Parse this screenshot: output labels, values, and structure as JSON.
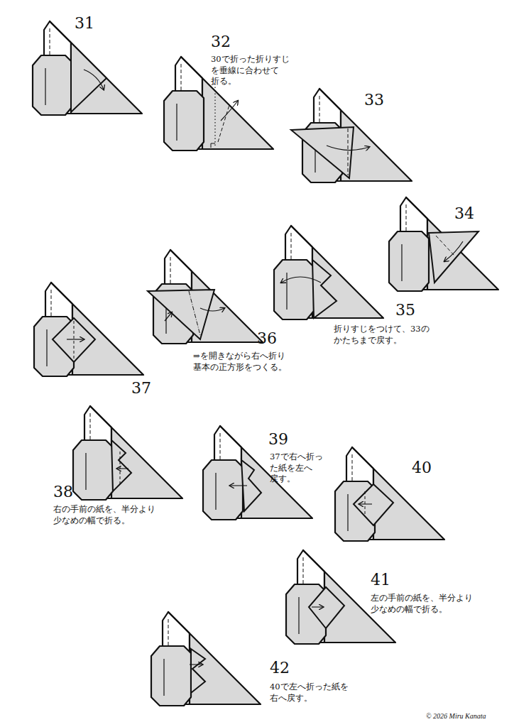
{
  "diagram": {
    "labels": [
      "31",
      "32",
      "30で折った折りすじ を垂線に合わせて 折る。",
      "33",
      "34",
      "35",
      "折りすじをつけて、33の かたちまで戻す。",
      "36",
      "⇒を開きながら右へ折り 基本の正方形をつくる。",
      "37",
      "38",
      "右の手前の紙を、半分より 少なめの幅で折る。",
      "39",
      "37で右へ折っ た紙を左へ 戻す。",
      "40",
      "41",
      "左の手前の紙を、半分より 少なめの幅で折る。",
      "42",
      "40で左へ折った紙を 右へ戻す。",
      "© 2026 Miru Kanata"
    ]
  }
}
